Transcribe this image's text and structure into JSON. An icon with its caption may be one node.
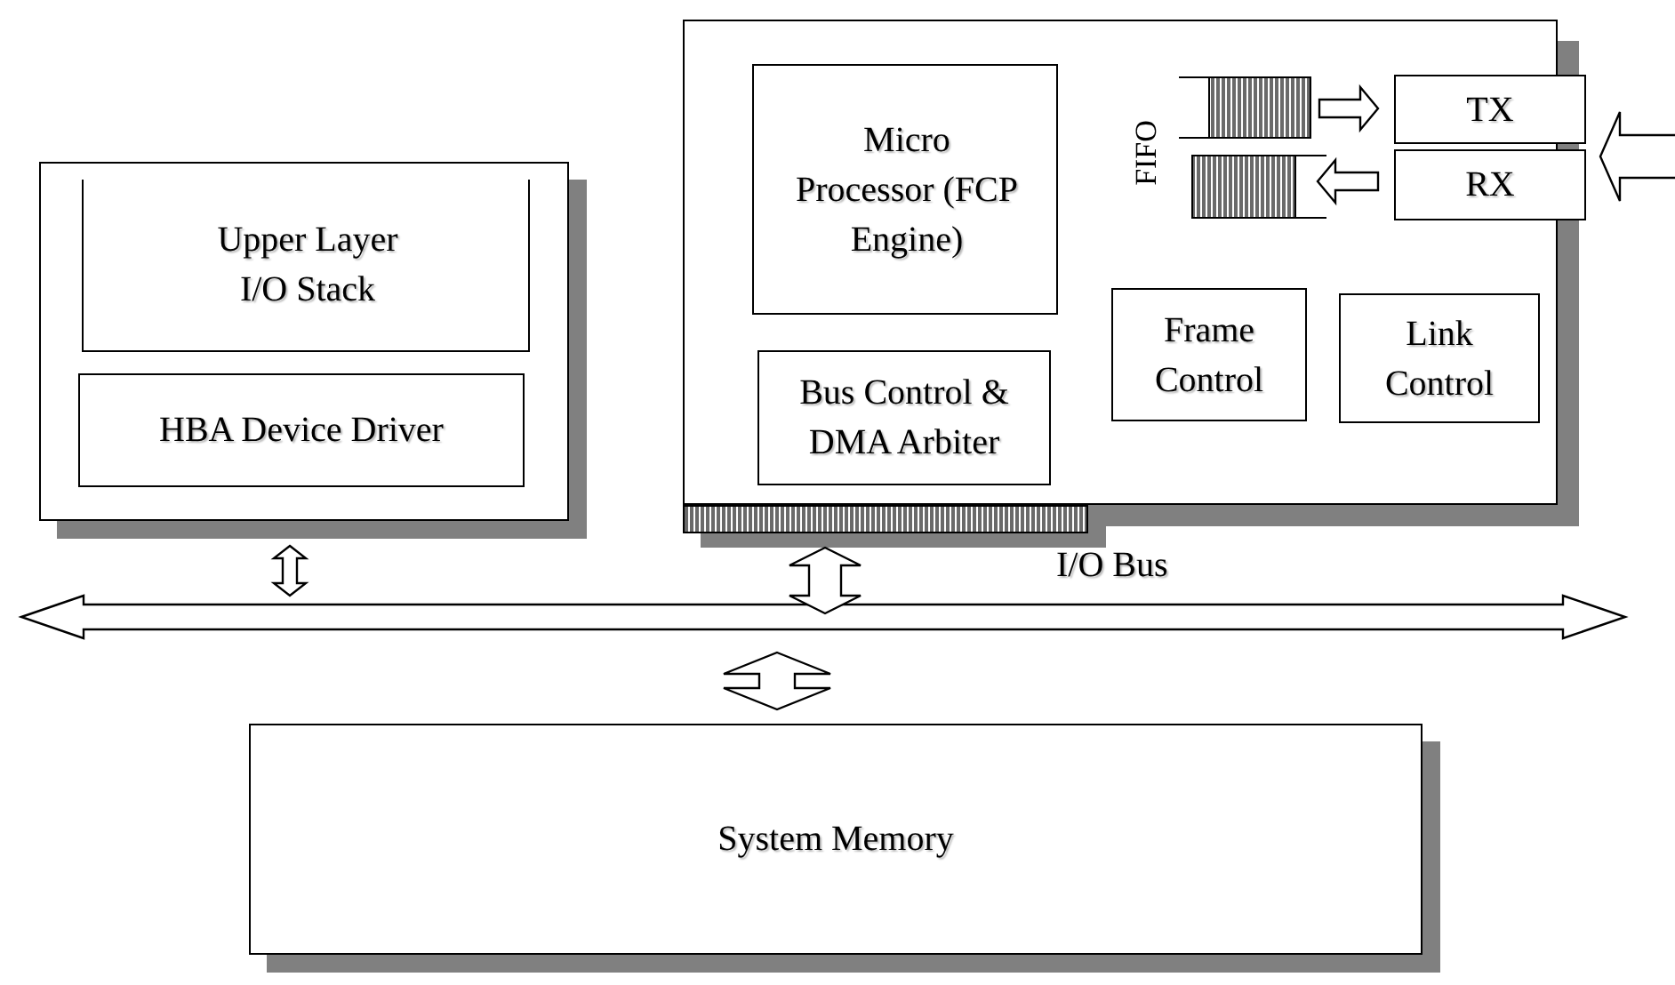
{
  "diagram": {
    "nodes": [
      {
        "text": [],
        "shape": "box"
      },
      {
        "text": [
          "Upper Layer I/O Stack"
        ],
        "in": 0
      },
      {
        "text": [
          "HBA Device Driver"
        ],
        "in": 0
      },
      {
        "text": [],
        "shape": "box"
      },
      {
        "text": [
          "Micro Processor (FCP Engine)"
        ],
        "in": 3
      },
      {
        "text": [
          "Bus Control & DMA Arbiter"
        ],
        "in": 3
      },
      {
        "text": [],
        "shape": "bar",
        "in": 3
      },
      {
        "text": [],
        "shape": "bar",
        "in": 3
      },
      {
        "text": [
          "TX"
        ],
        "in": 3
      },
      {
        "text": [
          "RX"
        ],
        "in": 3
      },
      {
        "text": [
          "Frame Control"
        ],
        "in": 3
      },
      {
        "text": [
          "Link Control"
        ],
        "in": 3
      },
      {
        "text": [
          "I/O Bus"
        ]
      },
      {
        "text": [
          "System Memory"
        ]
      },
      {
        "text": [],
        "shape": "bar"
      }
    ],
    "edges": [
      {
        "from": 6,
        "to": 8,
        "arrow": "to"
      },
      {
        "from": 9,
        "to": 7,
        "arrow": "to"
      },
      {
        "from": 8,
        "to": null,
        "arrow": "both"
      },
      {
        "from": 0,
        "to": 12,
        "arrow": "both"
      },
      {
        "from": 14,
        "to": 12,
        "arrow": "both"
      },
      {
        "from": 12,
        "to": 13,
        "arrow": "both"
      }
    ],
    "labels": [
      "FIFO"
    ]
  }
}
